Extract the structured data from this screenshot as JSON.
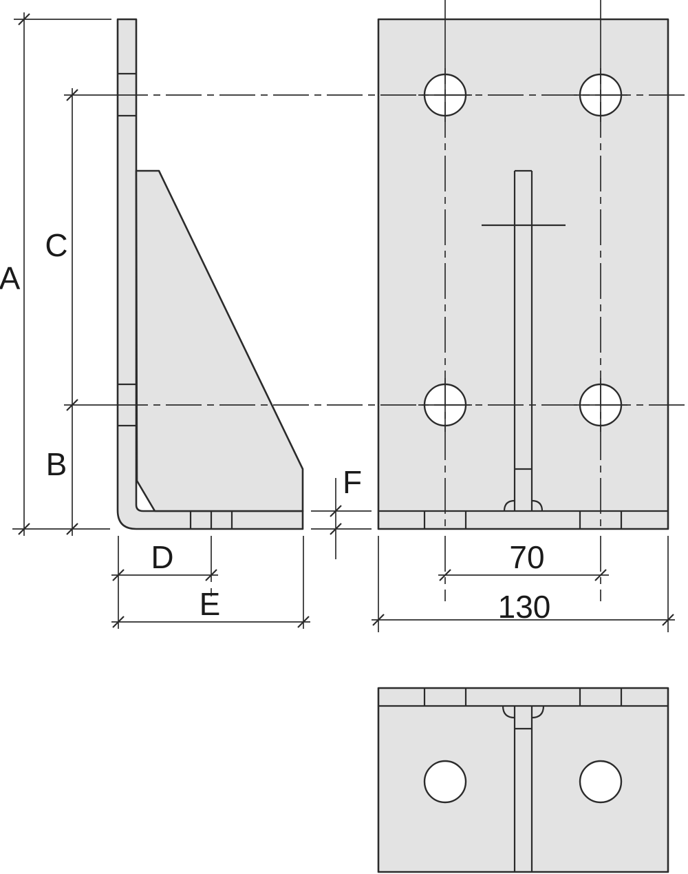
{
  "drawing": {
    "kind": "technical-drawing",
    "views": [
      "side-view",
      "front-view",
      "bottom-view"
    ]
  },
  "labels": {
    "a": "A",
    "b": "B",
    "c": "C",
    "d": "D",
    "e": "E",
    "f": "F",
    "hole_spacing": "70",
    "overall_width": "130"
  },
  "colors": {
    "background": "#ffffff",
    "part_fill": "#e3e3e3",
    "line": "#2b2b2b",
    "text": "#1a1a1a"
  }
}
